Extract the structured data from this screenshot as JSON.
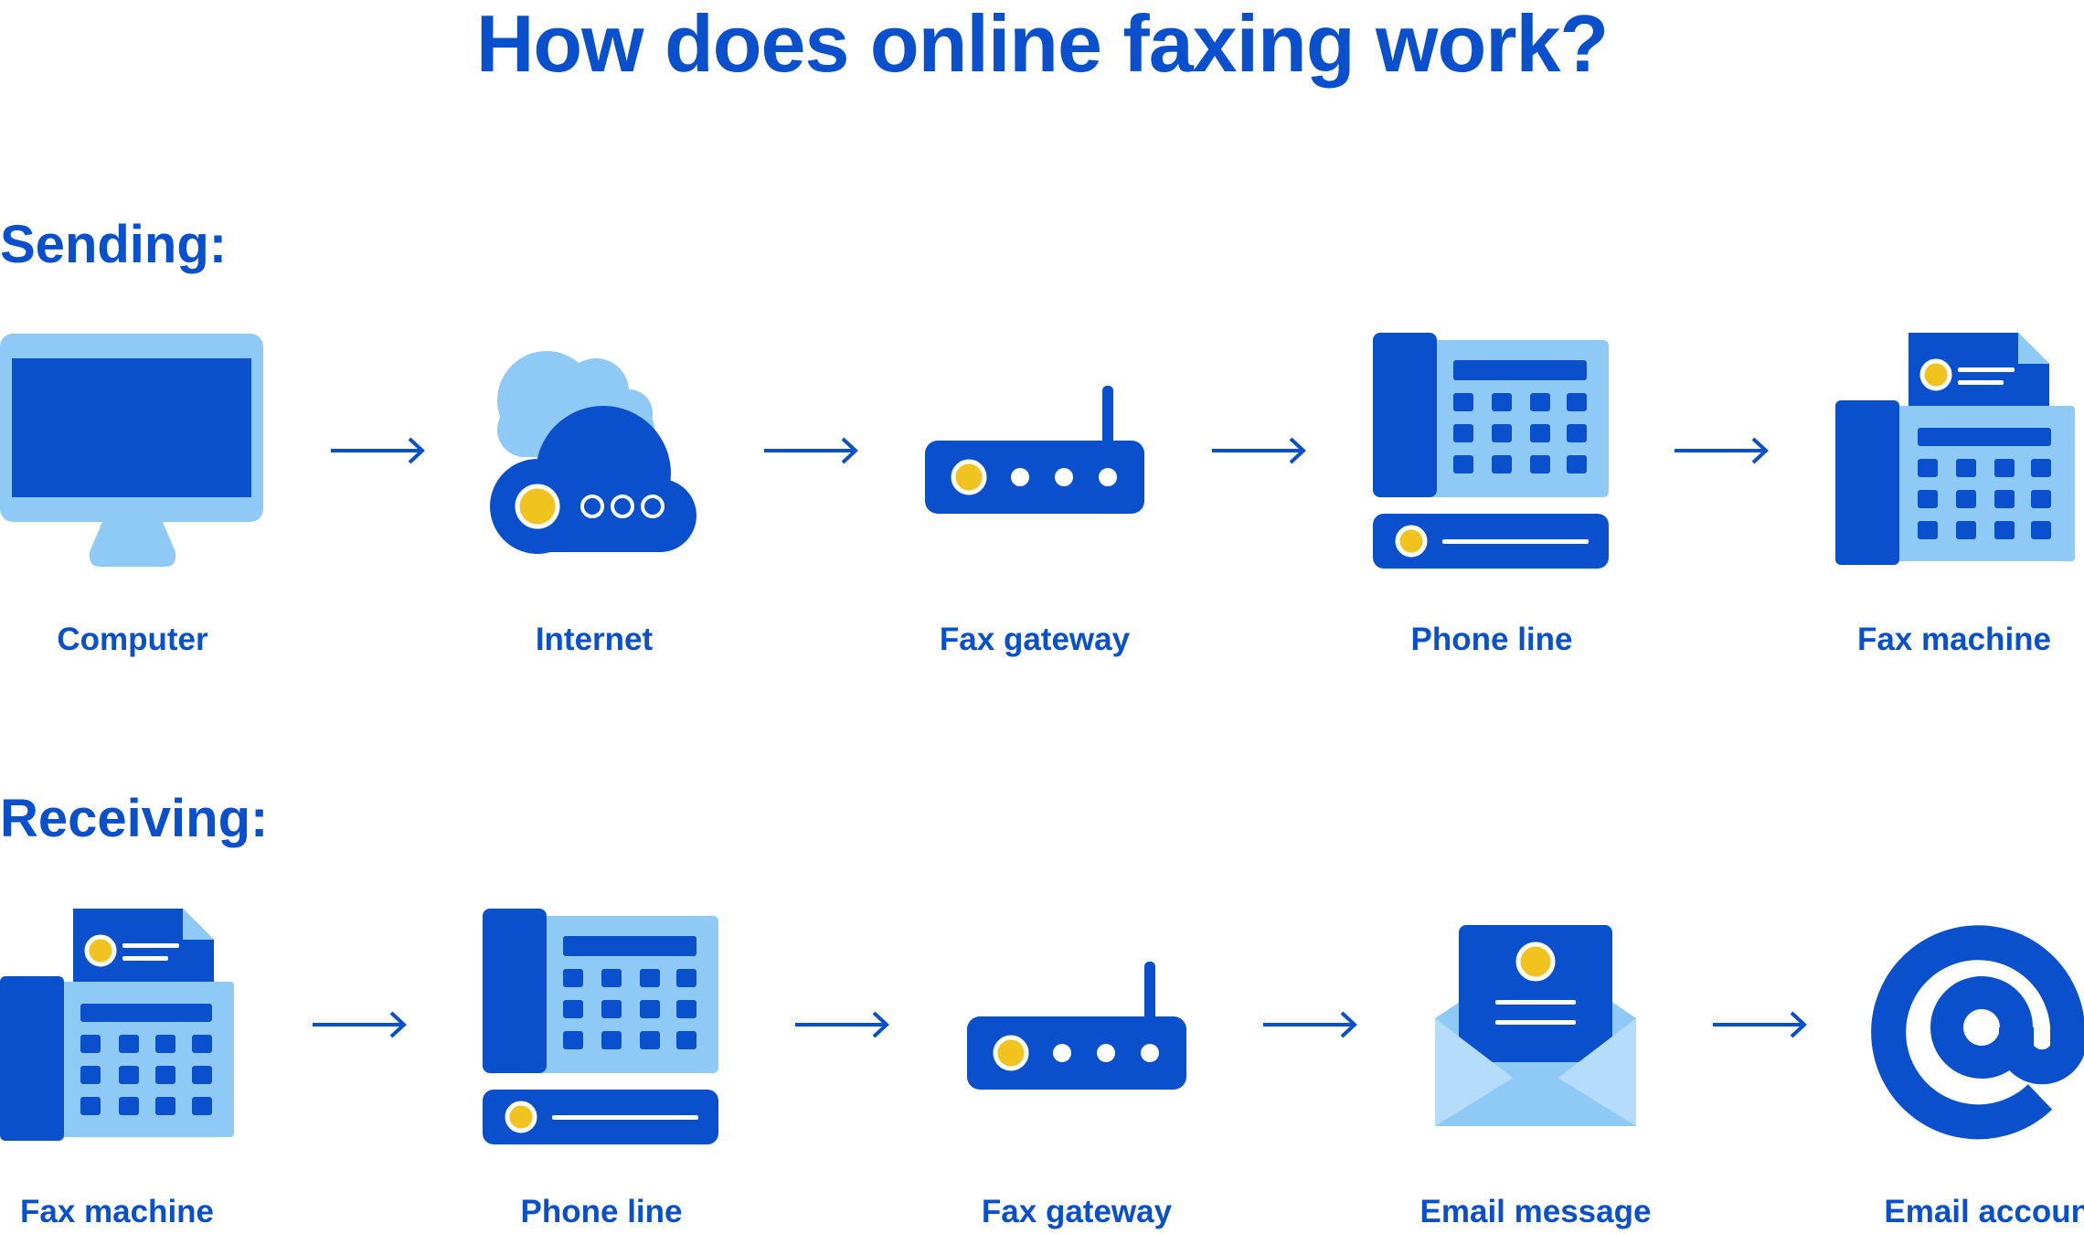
{
  "title": "How does online faxing work?",
  "colors": {
    "primary": "#0a50cc",
    "light": "#8fc9f6",
    "lighter": "#b5dcfb",
    "accent": "#f1c31f"
  },
  "sending": {
    "heading": "Sending:",
    "steps": [
      {
        "label": "Computer",
        "icon": "computer-icon"
      },
      {
        "label": "Internet",
        "icon": "cloud-icon"
      },
      {
        "label": "Fax gateway",
        "icon": "router-icon"
      },
      {
        "label": "Phone line",
        "icon": "phone-icon"
      },
      {
        "label": "Fax machine",
        "icon": "fax-machine-icon"
      }
    ]
  },
  "receiving": {
    "heading": "Receiving:",
    "steps": [
      {
        "label": "Fax machine",
        "icon": "fax-machine-icon"
      },
      {
        "label": "Phone line",
        "icon": "phone-icon"
      },
      {
        "label": "Fax gateway",
        "icon": "router-icon"
      },
      {
        "label": "Email message",
        "icon": "envelope-icon"
      },
      {
        "label": "Email account",
        "icon": "at-sign-icon"
      }
    ]
  }
}
